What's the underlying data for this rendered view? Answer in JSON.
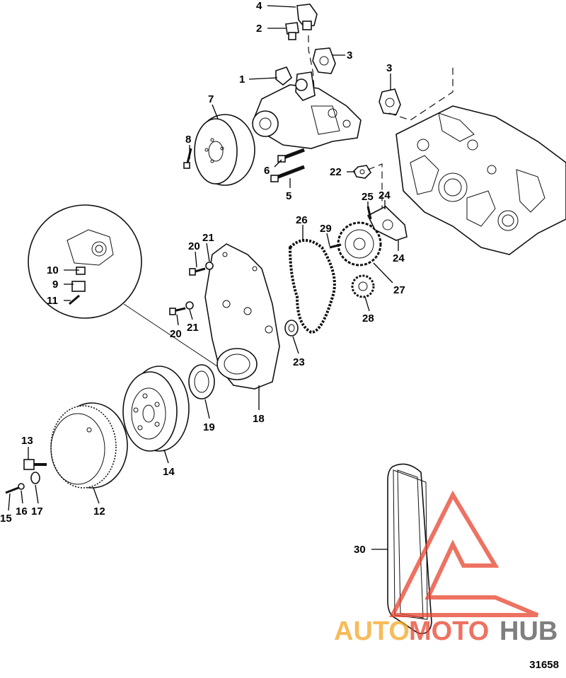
{
  "figure_id": "31658",
  "callouts": {
    "c1": "1",
    "c2": "2",
    "c3a": "3",
    "c3b": "3",
    "c4": "4",
    "c5": "5",
    "c6": "6",
    "c7": "7",
    "c8": "8",
    "c9": "9",
    "c10": "10",
    "c11": "11",
    "c12": "12",
    "c13": "13",
    "c14": "14",
    "c15": "15",
    "c16": "16",
    "c17": "17",
    "c18": "18",
    "c19": "19",
    "c20a": "20",
    "c20b": "20",
    "c21a": "21",
    "c21b": "21",
    "c22": "22",
    "c23": "23",
    "c24a": "24",
    "c24b": "24",
    "c25": "25",
    "c26": "26",
    "c27": "27",
    "c28": "28",
    "c29": "29",
    "c30": "30"
  },
  "watermark": {
    "part_auto": "AUTO",
    "part_moto": "MOTO",
    "part_hub": "HUB",
    "color_auto": "#f5a623",
    "color_moto": "#e8432d",
    "color_hub": "#555555",
    "logo_color": "#e8432d"
  }
}
